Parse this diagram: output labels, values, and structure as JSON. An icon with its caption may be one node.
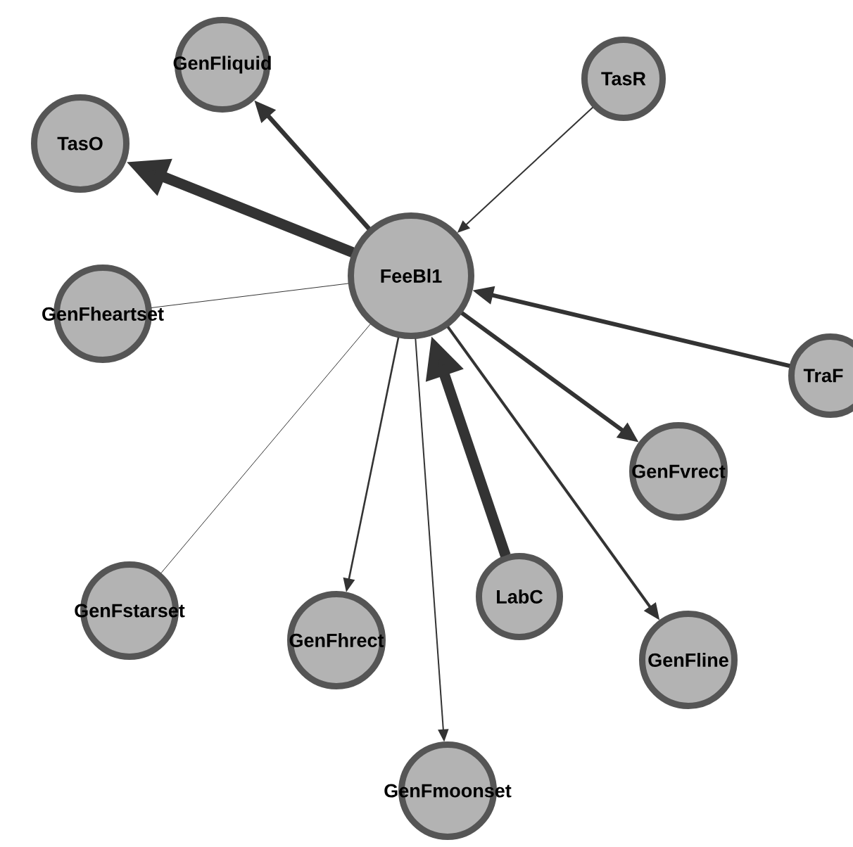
{
  "diagram": {
    "nodes": [
      {
        "text": [
          "FeeBl1"
        ]
      },
      {
        "text": [
          "GenFliquid"
        ]
      },
      {
        "text": [
          "TasR"
        ]
      },
      {
        "text": [
          "TasO"
        ]
      },
      {
        "text": [
          "GenFheartset"
        ]
      },
      {
        "text": [
          "TraF"
        ]
      },
      {
        "text": [
          "GenFvrect"
        ]
      },
      {
        "text": [
          "GenFstarset"
        ]
      },
      {
        "text": [
          "GenFhrect"
        ]
      },
      {
        "text": [
          "LabC"
        ]
      },
      {
        "text": [
          "GenFline"
        ]
      },
      {
        "text": [
          "GenFmoonset"
        ]
      }
    ],
    "edges": [
      {
        "from": 0,
        "to": 1,
        "arrow": "to"
      },
      {
        "from": 2,
        "to": 0,
        "arrow": "to"
      },
      {
        "from": 0,
        "to": 3,
        "arrow": "to",
        "style": "thick"
      },
      {
        "from": 0,
        "to": 4,
        "arrow": "none"
      },
      {
        "from": 5,
        "to": 0,
        "arrow": "to"
      },
      {
        "from": 0,
        "to": 6,
        "arrow": "to"
      },
      {
        "from": 0,
        "to": 7,
        "arrow": "none"
      },
      {
        "from": 0,
        "to": 8,
        "arrow": "to"
      },
      {
        "from": 0,
        "to": 11,
        "arrow": "to"
      },
      {
        "from": 9,
        "to": 0,
        "arrow": "to",
        "style": "thick"
      },
      {
        "from": 0,
        "to": 10,
        "arrow": "to"
      }
    ]
  }
}
